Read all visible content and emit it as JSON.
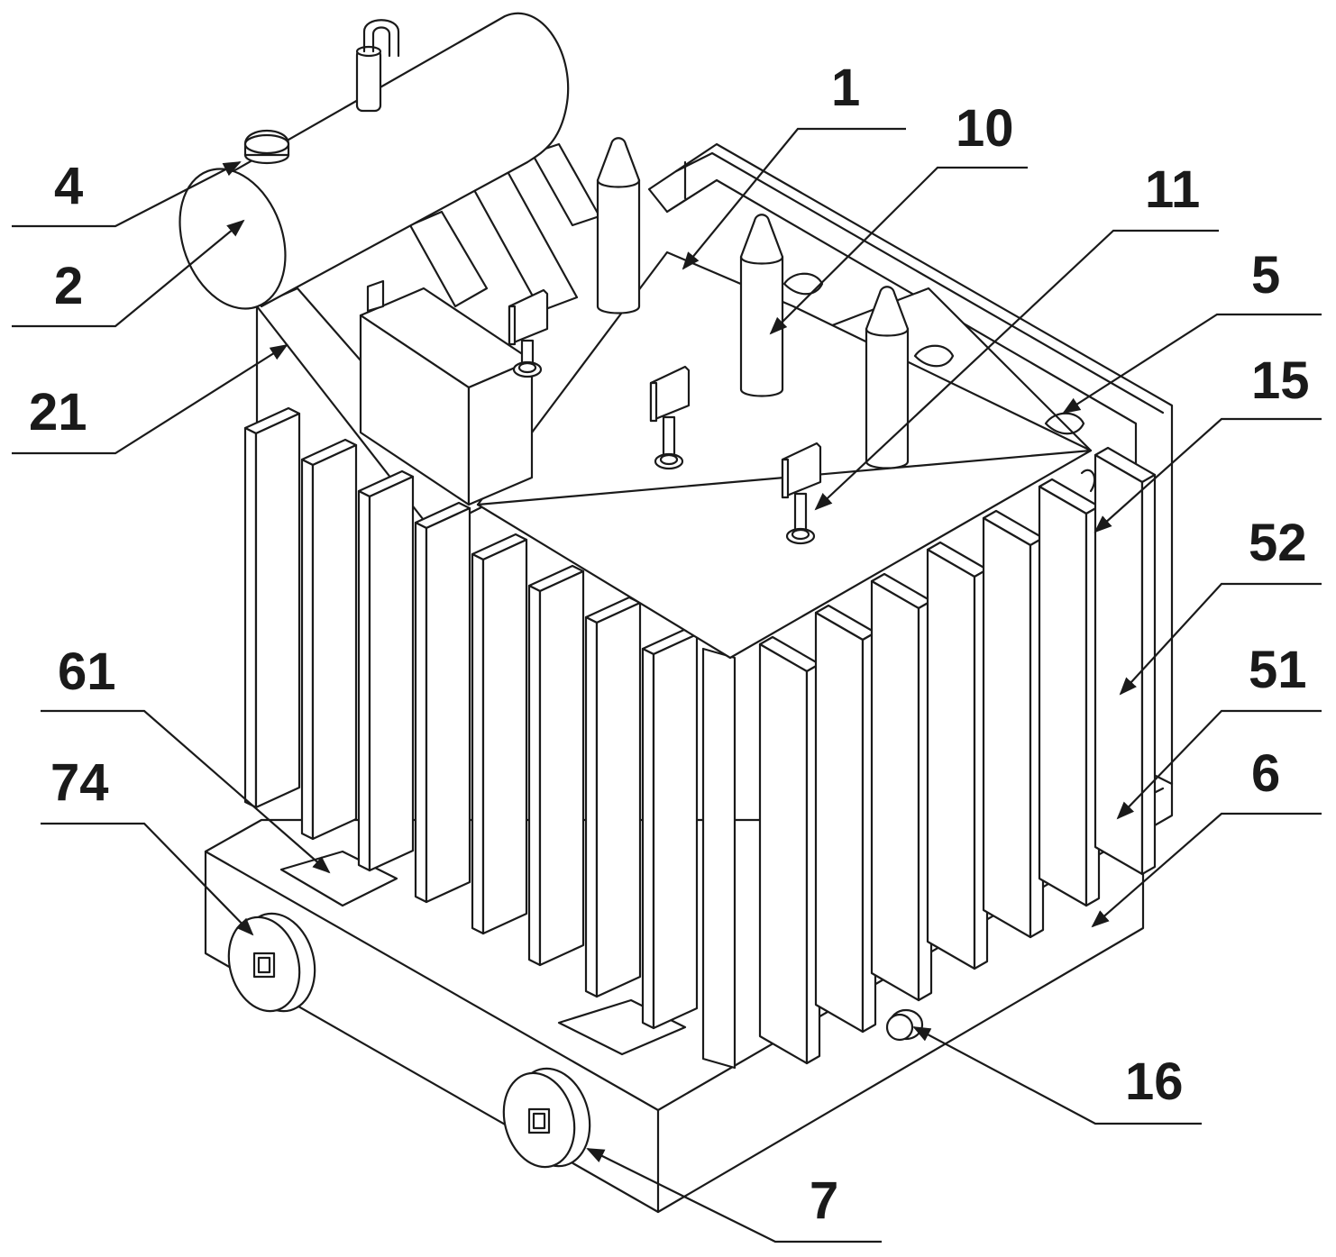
{
  "labels": {
    "l1": "1",
    "l10": "10",
    "l11": "11",
    "l5": "5",
    "l15": "15",
    "l52": "52",
    "l51": "51",
    "l6": "6",
    "l16": "16",
    "l7": "7",
    "l61": "61",
    "l74": "74",
    "l4": "4",
    "l2": "2",
    "l21": "21"
  }
}
